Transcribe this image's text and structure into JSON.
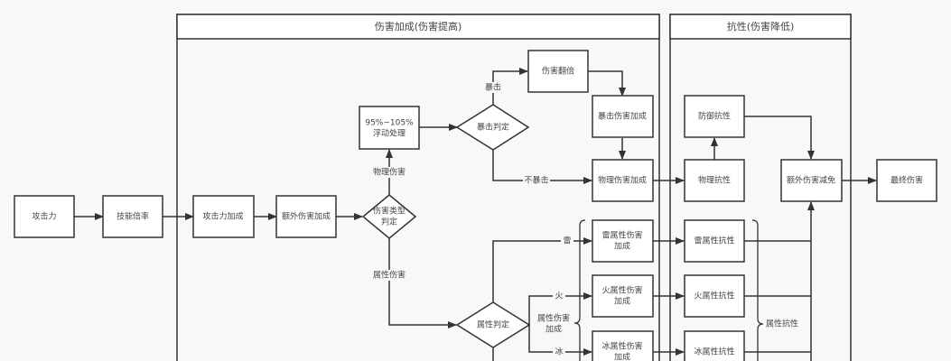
{
  "lanes": {
    "bonus": {
      "title": "伤害加成(伤害提高)"
    },
    "resist": {
      "title": "抗性(伤害降低)"
    }
  },
  "nodes": {
    "attack": "攻击力",
    "skill_rate": "技能倍率",
    "attack_bonus": "攻击力加成",
    "extra_bonus": "额外伤害加成",
    "damage_type_check": [
      "伤害类型",
      "判定"
    ],
    "float_process": [
      "95%~105%",
      "浮动处理"
    ],
    "crit_check": "暴击判定",
    "damage_double": "伤害翻倍",
    "crit_damage_bonus": "暴击伤害加成",
    "physical_damage_bonus": "物理伤害加成",
    "element_check": "属性判定",
    "thunder_damage_bonus": [
      "雷属性伤害",
      "加成"
    ],
    "fire_damage_bonus": [
      "火属性伤害",
      "加成"
    ],
    "ice_damage_bonus": [
      "冰属性伤害",
      "加成"
    ],
    "defense_resist": "防御抗性",
    "physical_resist": "物理抗性",
    "thunder_resist": "雷属性抗性",
    "fire_resist": "火属性抗性",
    "ice_resist": "冰属性抗性",
    "extra_reduction": "额外伤害减免",
    "final_damage": "最终伤害"
  },
  "edge_labels": {
    "physical": "物理伤害",
    "elemental": "属性伤害",
    "crit": "暴击",
    "no_crit": "不暴击",
    "thunder": "雷",
    "fire": "火",
    "ice": "冰"
  },
  "brace_labels": {
    "element_damage_bonus": [
      "属性伤害",
      "加成"
    ],
    "element_resist": "属性抗性"
  }
}
